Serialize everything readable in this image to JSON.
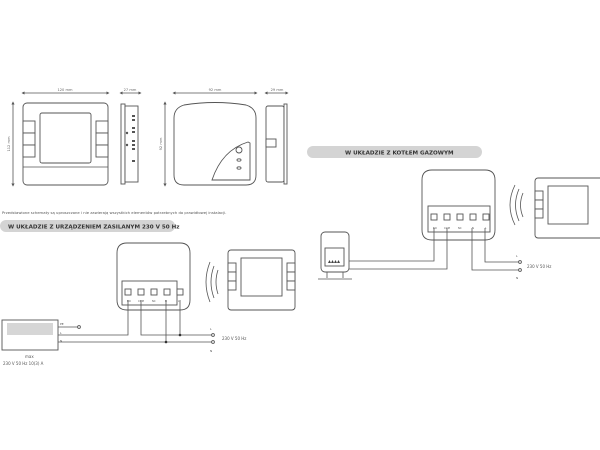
{
  "dimensions": {
    "thermostat_width": "120 mm",
    "thermostat_height": "112 mm",
    "thermostat_depth": "27 mm",
    "receiver_width": "92 mm",
    "receiver_height": "92 mm",
    "receiver_depth": "29 mm"
  },
  "disclaimer": "Przedstawione schematy są uproszczone i nie zawierają wszystkich elementów potrzebnych do prawidłowej instalacji.",
  "diagram_left": {
    "title": "W UKŁADZIE Z URZĄDZENIEM ZASILANYM 230 V 50 Hz",
    "terminals": [
      "NO",
      "COM",
      "NC",
      "N",
      "L"
    ],
    "device_wires": [
      "PE",
      "L",
      "N"
    ],
    "device_max_label": "max",
    "device_rating": "230 V 50 Hz 10(3) A",
    "supply_L": "L",
    "supply_N": "N",
    "supply": "230 V 50 Hz"
  },
  "diagram_right": {
    "title": "W UKŁADZIE Z KOTŁEM GAZOWYM",
    "terminals": [
      "NO",
      "COM",
      "NC",
      "N",
      "L"
    ],
    "supply_L": "L",
    "supply_N": "N",
    "supply": "230 V 50 Hz"
  }
}
